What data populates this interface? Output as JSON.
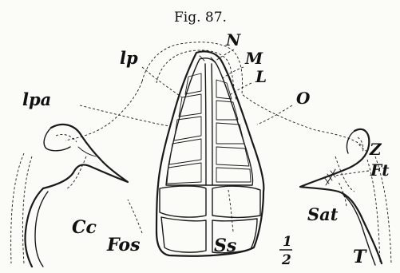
{
  "figure": {
    "title": "Fig. 87.",
    "labels": {
      "N": "N",
      "M": "M",
      "L": "L",
      "O": "O",
      "lp": "lp",
      "lpa": "lpa",
      "Z": "Z",
      "Ft": "Ft",
      "Sat": "Sat",
      "Cc": "Cc",
      "Fos": "Fos",
      "Ss": "Ss",
      "T": "T",
      "scale_num": "1",
      "scale_den": "2"
    }
  },
  "colors": {
    "ink": "#1a1a1a",
    "paper": "#fbfbf7"
  }
}
